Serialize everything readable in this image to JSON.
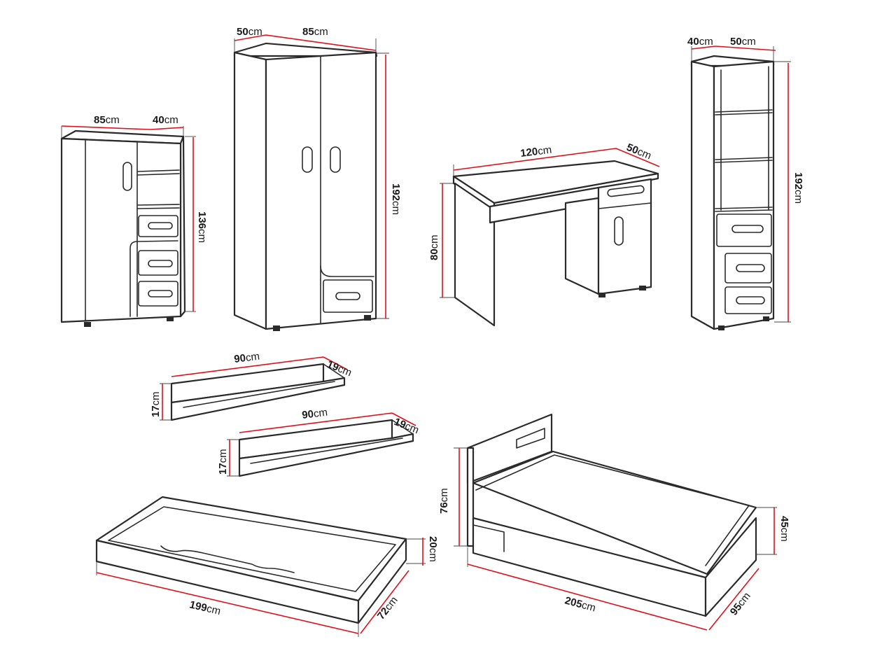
{
  "labels": {
    "sideboard_width": {
      "n": "85",
      "u": "cm"
    },
    "sideboard_depth": {
      "n": "40",
      "u": "cm"
    },
    "sideboard_height": {
      "n": "136",
      "u": "cm"
    },
    "wardrobe_depth": {
      "n": "50",
      "u": "cm"
    },
    "wardrobe_width": {
      "n": "85",
      "u": "cm"
    },
    "wardrobe_height": {
      "n": "192",
      "u": "cm"
    },
    "desk_width": {
      "n": "120",
      "u": "cm"
    },
    "desk_depth": {
      "n": "50",
      "u": "cm"
    },
    "desk_height": {
      "n": "80",
      "u": "cm"
    },
    "bookcase_depth": {
      "n": "40",
      "u": "cm"
    },
    "bookcase_width": {
      "n": "50",
      "u": "cm"
    },
    "bookcase_height": {
      "n": "192",
      "u": "cm"
    },
    "shelf1_width": {
      "n": "90",
      "u": "cm"
    },
    "shelf1_depth": {
      "n": "19",
      "u": "cm"
    },
    "shelf1_height": {
      "n": "17",
      "u": "cm"
    },
    "shelf2_width": {
      "n": "90",
      "u": "cm"
    },
    "shelf2_depth": {
      "n": "19",
      "u": "cm"
    },
    "shelf2_height": {
      "n": "17",
      "u": "cm"
    },
    "drawer_height": {
      "n": "20",
      "u": "cm"
    },
    "drawer_length": {
      "n": "199",
      "u": "cm"
    },
    "drawer_width": {
      "n": "72",
      "u": "cm"
    },
    "bed_headboard_height": {
      "n": "76",
      "u": "cm"
    },
    "bed_foot_height": {
      "n": "45",
      "u": "cm"
    },
    "bed_length": {
      "n": "205",
      "u": "cm"
    },
    "bed_width": {
      "n": "95",
      "u": "cm"
    }
  },
  "colors": {
    "dimension_line": "#e0101a",
    "outline": "#2a2a2a"
  }
}
